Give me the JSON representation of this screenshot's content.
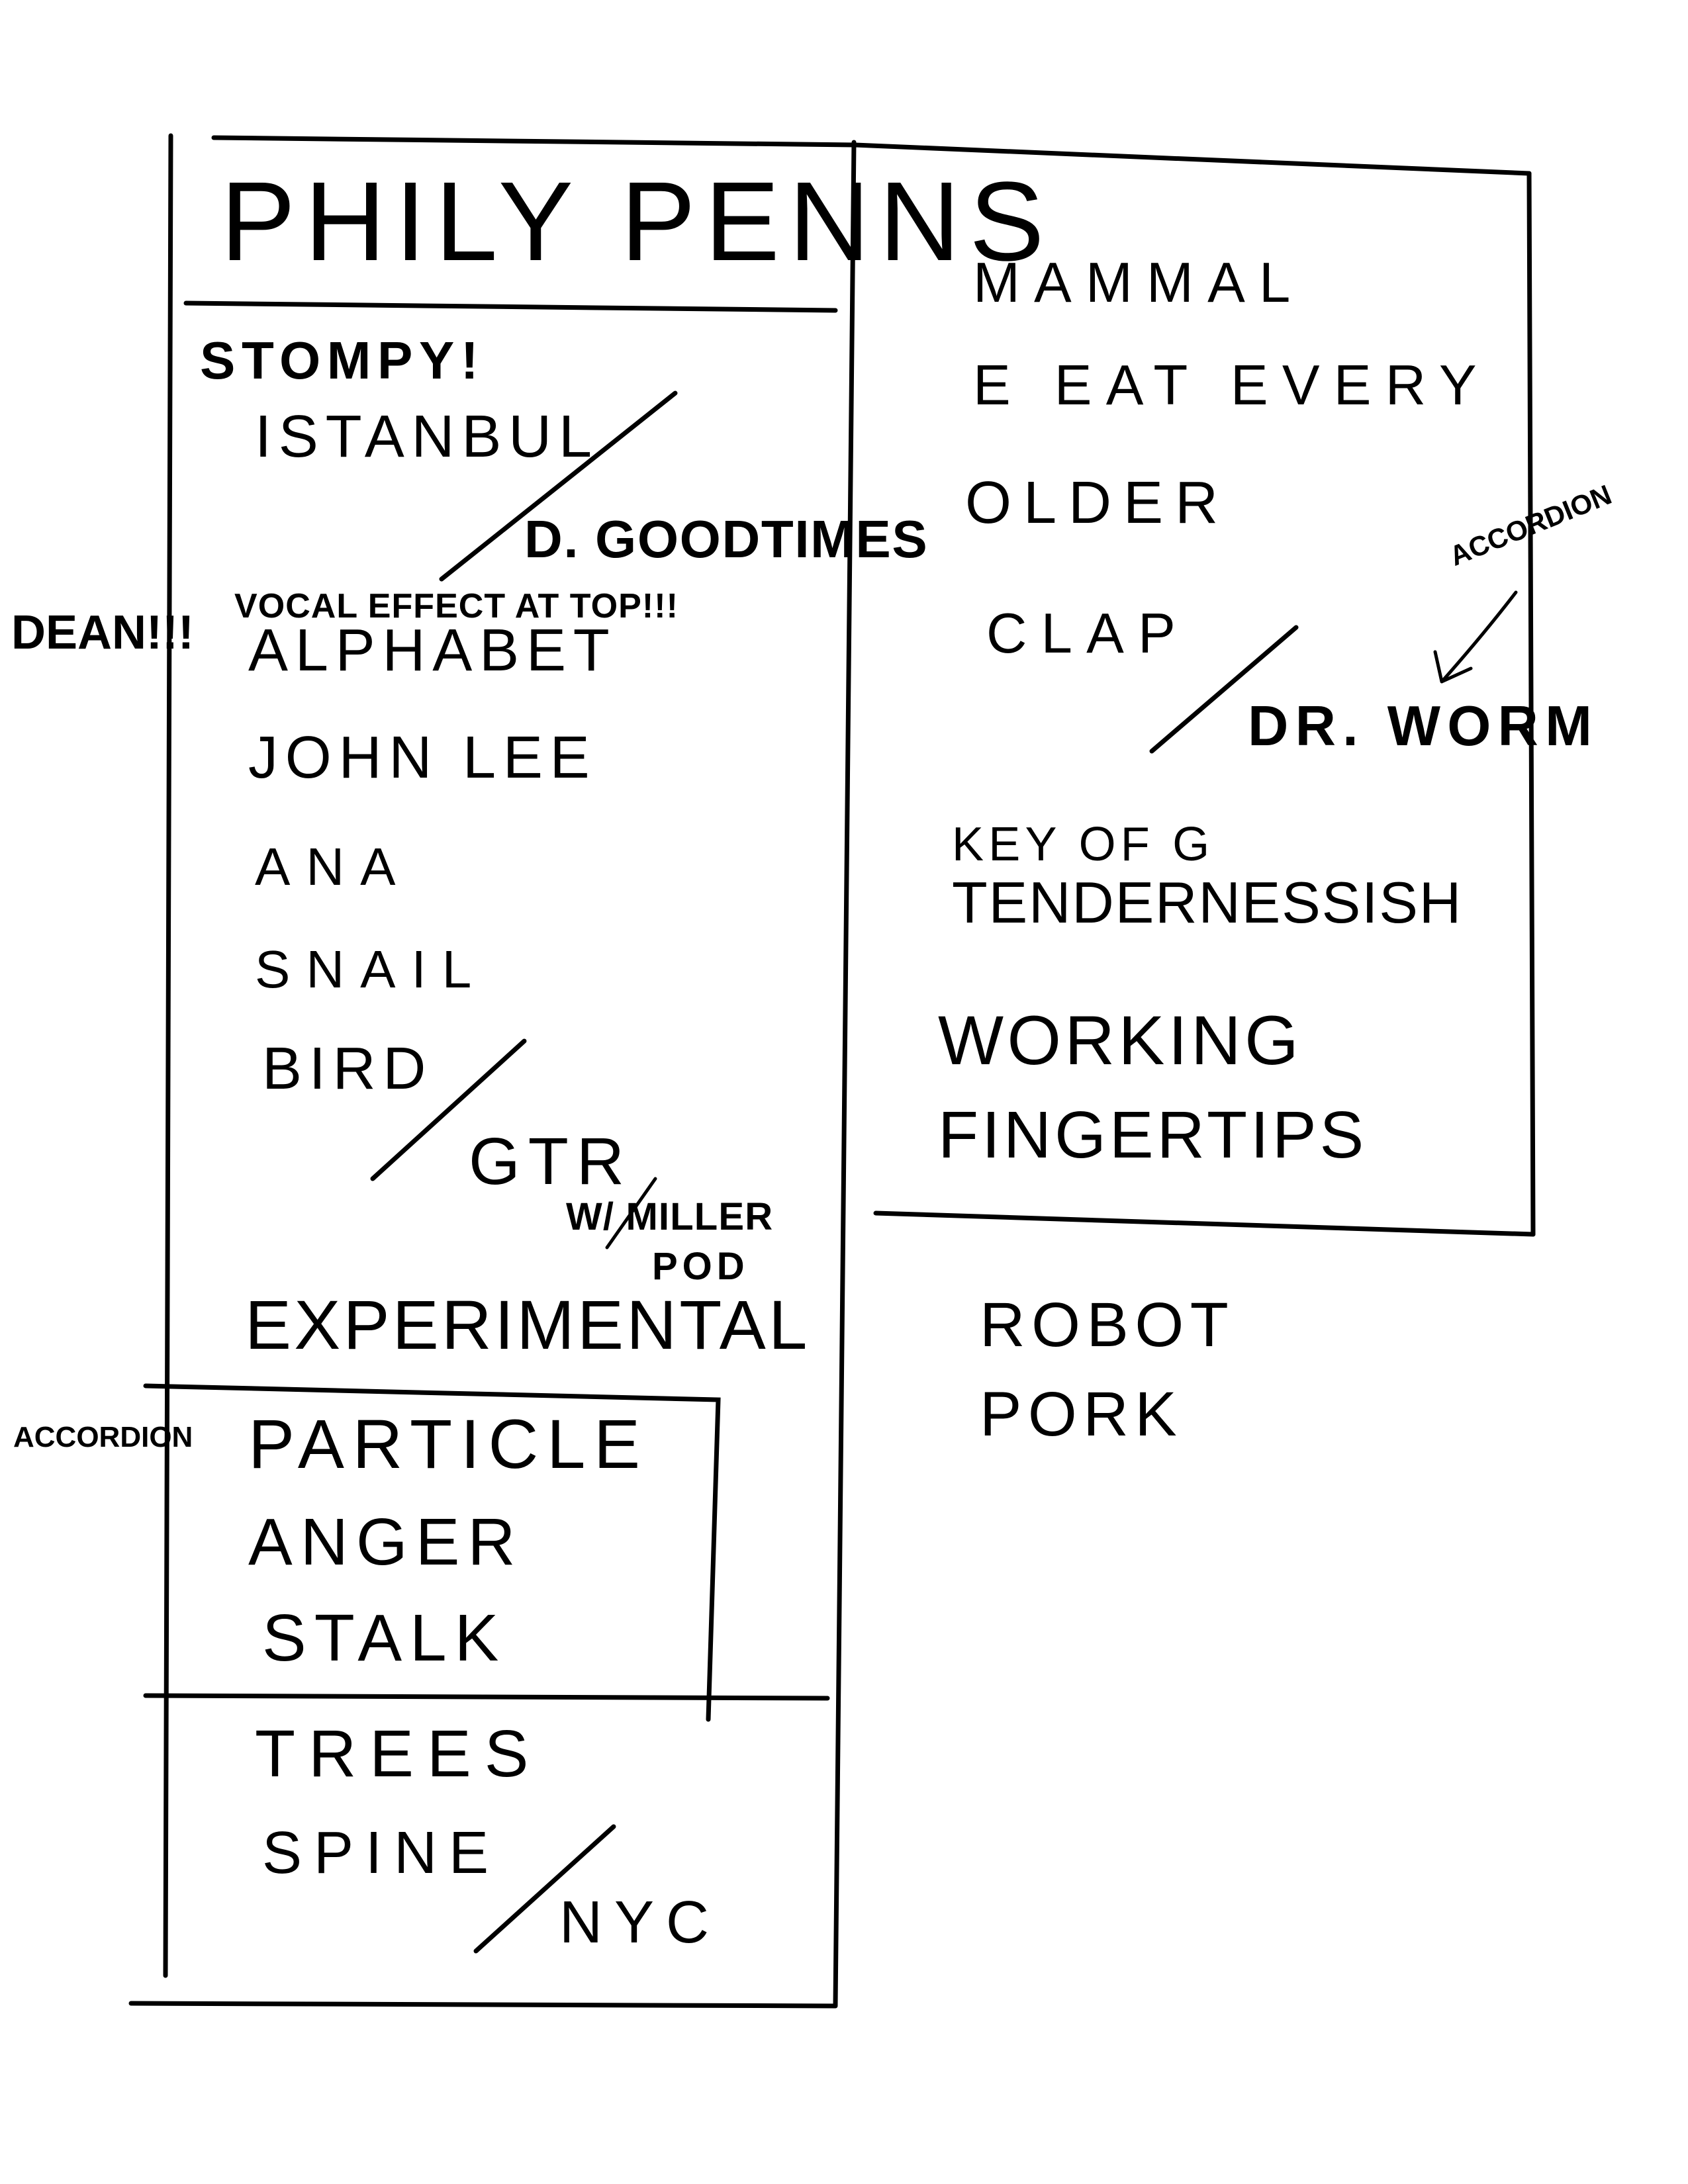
{
  "colors": {
    "ink": "#000000",
    "paper": "#ffffff"
  },
  "title": "PHILY PENNS",
  "left_column": {
    "songs": [
      "STOMPY!",
      "ISTANBUL",
      "D. GOODTIMES",
      "ALPHABET",
      "JOHN LEE",
      "ANA",
      "SNAIL",
      "BIRD",
      "GTR",
      "EXPERIMENTAL",
      "PARTICLE",
      "ANGER",
      "STALK",
      "TREES",
      "SPINE",
      "NYC"
    ],
    "notes": {
      "dean": "DEAN!!!",
      "vocal_effect": "VOCAL EFFECT AT TOP!!!",
      "w_miller": "W/ MILLER",
      "pod": "POD",
      "accordion": "ACCORDION"
    }
  },
  "right_column": {
    "songs": [
      "MAMMAL",
      "E EAT EVERY",
      "OLDER",
      "CLAP",
      "DR. WORM",
      "KEY OF G",
      "TENDERNESSISH",
      "WORKING",
      "FINGERTIPS"
    ],
    "notes": {
      "accordion": "ACCORDION"
    },
    "encore": [
      "ROBOT",
      "PORK"
    ]
  }
}
